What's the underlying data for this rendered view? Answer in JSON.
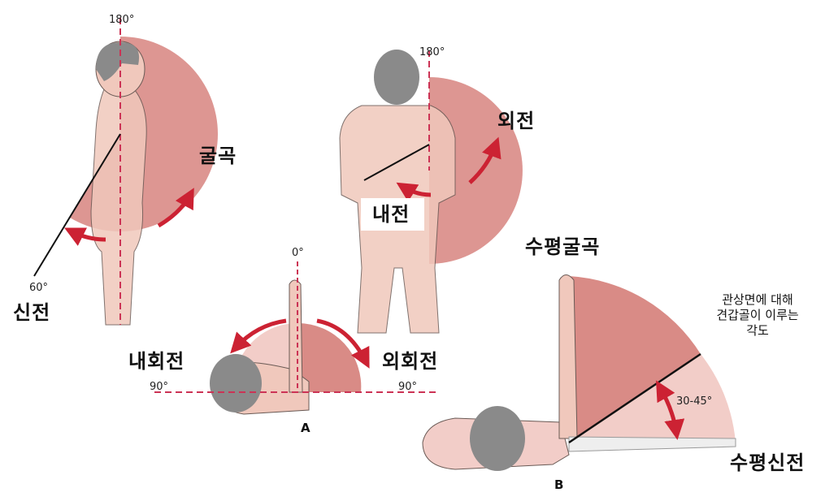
{
  "colors": {
    "wedge_dark": "#d98b86",
    "wedge_light": "#f2cdc8",
    "arrow_red": "#cc2233",
    "skin": "#f0c8bc",
    "hair": "#8a8a8a",
    "dashed": "#cc3355"
  },
  "labels": {
    "flexion": "굴곡",
    "extension": "신전",
    "abduction": "외전",
    "adduction": "내전",
    "internal_rotation": "내회전",
    "external_rotation": "외회전",
    "horizontal_flexion": "수평굴곡",
    "horizontal_extension": "수평신전",
    "scapular_note": "관상면에 대해\n견갑골이 이루는\n각도",
    "panel_a": "A",
    "panel_b": "B"
  },
  "degrees": {
    "side_top": "180°",
    "side_ext": "60°",
    "back_top": "180°",
    "rot_top": "0°",
    "rot_left": "90°",
    "rot_right": "90°",
    "scapular_range": "30-45°"
  }
}
